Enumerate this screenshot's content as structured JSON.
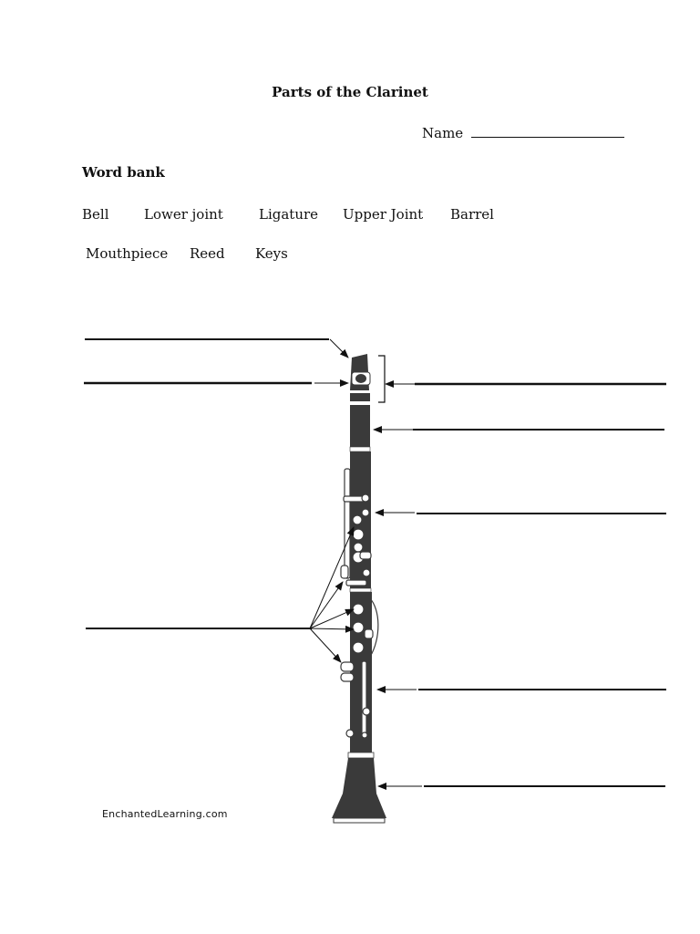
{
  "worksheet": {
    "title": "Parts of the Clarinet",
    "name_label": "Name"
  },
  "word_bank": {
    "heading": "Word bank",
    "row1": [
      "Bell",
      "Lower joint",
      "Ligature",
      "Upper Joint",
      "Barrel"
    ],
    "row2": [
      "Mouthpiece",
      "Reed",
      "Keys"
    ]
  },
  "diagram": {
    "credit": "EnchantedLearning.com",
    "answer_line_count": 8,
    "instrument_color": "#3a3a3a"
  }
}
